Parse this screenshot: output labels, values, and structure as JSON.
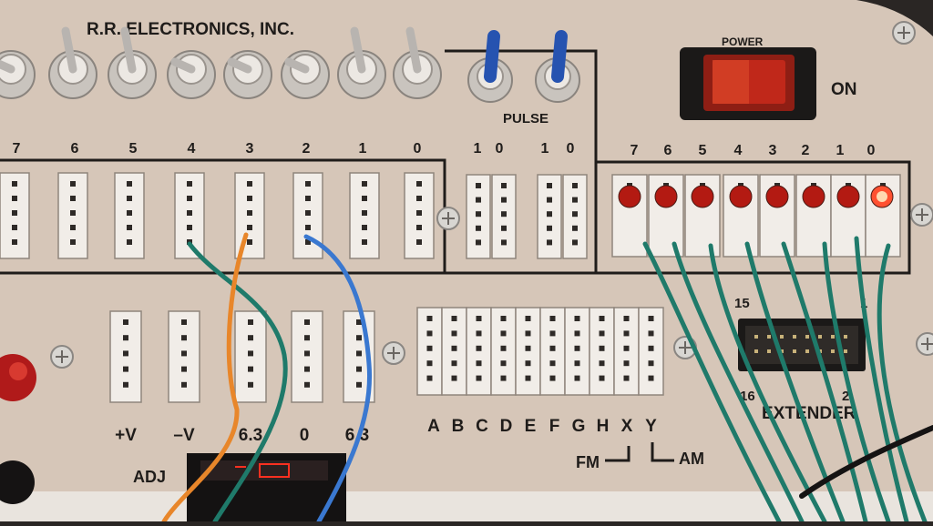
{
  "panel": {
    "manufacturer": "R.R. ELECTRONICS, INC.",
    "power_label": "POWER",
    "power_state": "ON",
    "pulse_label": "PULSE",
    "adj_label": "ADJ",
    "extender_label": "EXTENDER",
    "fm_label": "FM",
    "am_label": "AM",
    "colors": {
      "panel": "#d6c6b8",
      "socket": "#f1ede8",
      "led": "#b31a12",
      "led_lit": "#ff5030",
      "power_switch": "#c0281a",
      "wire_green": "#1f7a6a",
      "wire_orange": "#e8862a",
      "wire_blue": "#3a78d0"
    }
  },
  "switch_numbers": [
    "7",
    "6",
    "5",
    "4",
    "3",
    "2",
    "1",
    "0"
  ],
  "pulse_numbers": [
    "1",
    "0",
    "1",
    "0"
  ],
  "led_numbers": [
    "7",
    "6",
    "5",
    "4",
    "3",
    "2",
    "1",
    "0"
  ],
  "extender_pins": {
    "top_left": "15",
    "top_right": "1",
    "bottom_left": "16",
    "bottom_right": "2"
  },
  "power_rail_labels": [
    "+V",
    "–V",
    "6.3",
    "0",
    "6.3"
  ],
  "logic_labels": [
    "A",
    "B",
    "C",
    "D",
    "E",
    "F",
    "G",
    "H",
    "X",
    "Y"
  ]
}
